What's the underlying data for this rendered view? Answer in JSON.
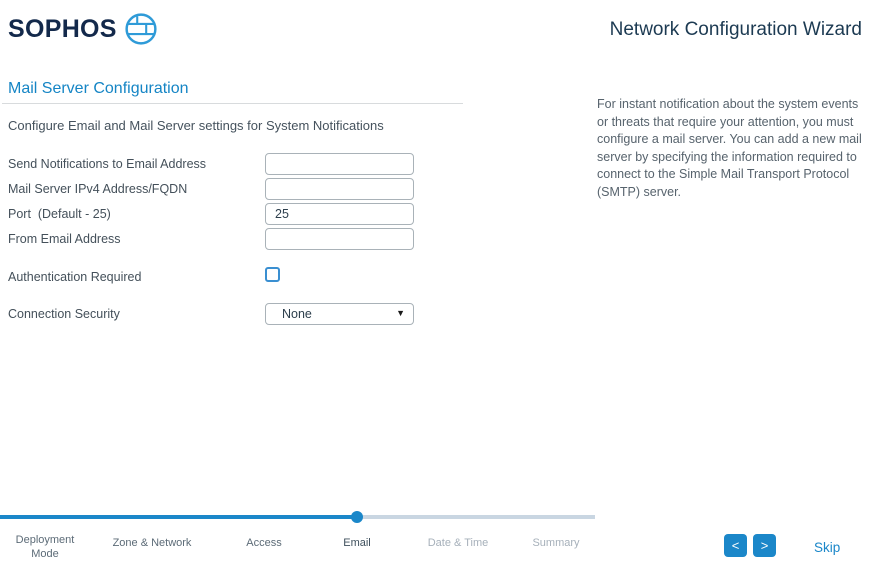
{
  "header": {
    "brand": "SOPHOS",
    "title": "Network Configuration Wizard"
  },
  "page": {
    "heading": "Mail Server Configuration",
    "subheading": "Configure Email and Mail Server settings for System Notifications"
  },
  "form": {
    "fields": [
      {
        "label": "Send Notifications to Email Address",
        "value": ""
      },
      {
        "label": "Mail Server IPv4 Address/FQDN",
        "value": ""
      },
      {
        "label": "Port  (Default - 25)",
        "value": "25"
      },
      {
        "label": "From Email Address",
        "value": ""
      }
    ],
    "auth_checkbox": {
      "label": "Authentication Required",
      "checked": false
    },
    "connection_security": {
      "label": "Connection Security",
      "selected": "None"
    }
  },
  "info_panel": {
    "text": "For instant notification about the system events or threats that require your attention, you must configure a mail server. You can add a new mail server by specifying the information required to connect to the Simple Mail Transport Protocol (SMTP) server."
  },
  "wizard": {
    "progress_percent": 60,
    "steps": [
      {
        "label": "Deployment Mode",
        "state": "completed"
      },
      {
        "label": "Zone & Network",
        "state": "completed"
      },
      {
        "label": "Access",
        "state": "completed"
      },
      {
        "label": "Email",
        "state": "current"
      },
      {
        "label": "Date & Time",
        "state": "upcoming"
      },
      {
        "label": "Summary",
        "state": "upcoming"
      }
    ],
    "back_label": "<",
    "next_label": ">",
    "skip_label": "Skip"
  },
  "colors": {
    "accent_blue": "#1b87c9",
    "brand_navy": "#13294b",
    "heading_blue": "#1585c5",
    "progress_track": "#c9d6e2",
    "icon_blue": "#2f9bd8"
  }
}
